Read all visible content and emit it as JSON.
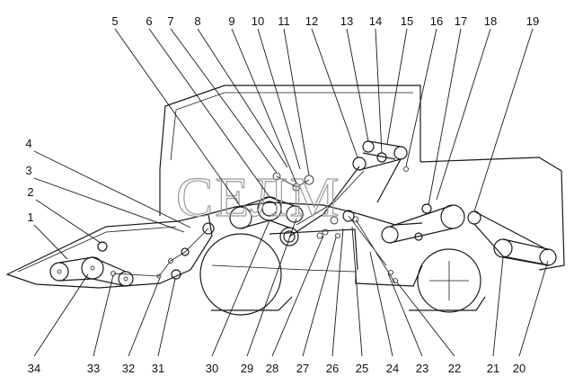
{
  "watermark": "СЕЛМ",
  "callouts": [
    "1",
    "2",
    "3",
    "4",
    "5",
    "6",
    "7",
    "8",
    "9",
    "10",
    "11",
    "12",
    "13",
    "14",
    "15",
    "16",
    "17",
    "18",
    "19",
    "20",
    "21",
    "22",
    "23",
    "24",
    "25",
    "26",
    "27",
    "28",
    "29",
    "30",
    "31",
    "32",
    "33",
    "34"
  ]
}
